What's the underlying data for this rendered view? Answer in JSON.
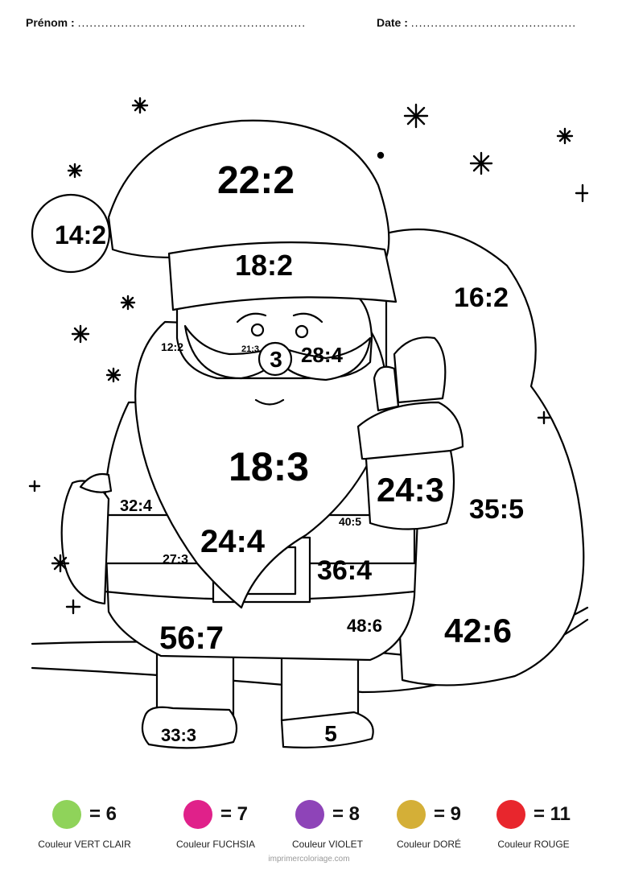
{
  "header": {
    "firstname_label": "Prénom :",
    "firstname_dots": "..........................................................",
    "date_label": "Date :",
    "date_dots": ".........................................."
  },
  "zones": {
    "hat_top": "22:2",
    "pompom": "14:2",
    "hat_brim": "18:2",
    "sack_top": "16:2",
    "cheek_left": "12:2",
    "mustache_left": "21:3",
    "nose": "3",
    "mustache_right": "28:4",
    "beard": "18:3",
    "mitten": "24:3",
    "sack_mid": "35:5",
    "sleeve_left": "32:4",
    "beard_tip": "24:4",
    "coat_small_right": "40:5",
    "coat_left": "27:3",
    "buckle": "36:4",
    "pants_left": "56:7",
    "pants_right": "48:6",
    "sack_bottom": "42:6",
    "boot_left": "33:3",
    "boot_right": "5"
  },
  "legend": [
    {
      "value": "= 6",
      "name": "Couleur VERT CLAIR",
      "color": "#8fd35a"
    },
    {
      "value": "= 7",
      "name": "Couleur FUCHSIA",
      "color": "#e0218a"
    },
    {
      "value": "= 8",
      "name": "Couleur VIOLET",
      "color": "#8e44b8"
    },
    {
      "value": "= 9",
      "name": "Couleur DORÉ",
      "color": "#d4af37"
    },
    {
      "value": "= 11",
      "name": "Couleur ROUGE",
      "color": "#e8262d"
    }
  ],
  "footer": "imprimercoloriage.com"
}
